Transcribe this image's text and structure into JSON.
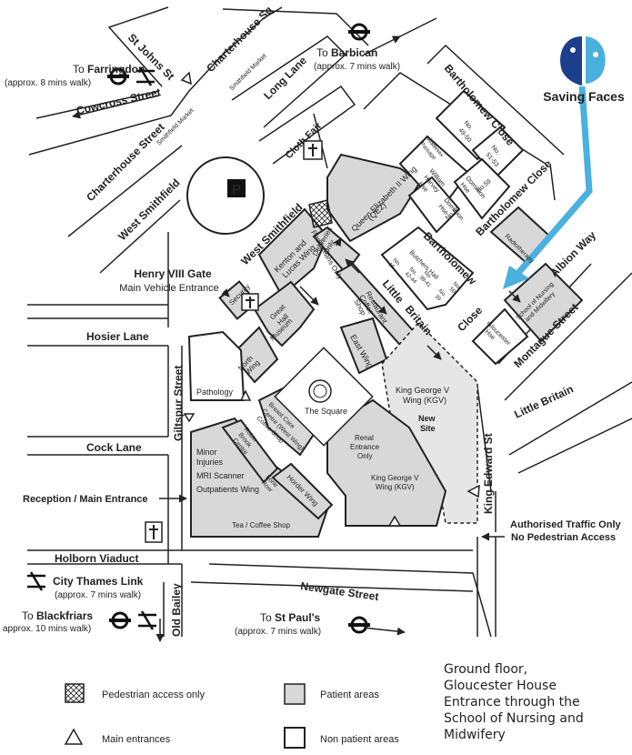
{
  "brand": {
    "name": "Saving Faces",
    "accent": "#4ab0de",
    "logo_dark": "#1b3f8a"
  },
  "directions": [
    {
      "to_prefix": "To ",
      "place": "Farringdon",
      "walk": "(approx. 8 mins walk)"
    },
    {
      "to_prefix": "To ",
      "place": "Barbican",
      "walk": "(approx. 7 mins walk)"
    },
    {
      "to_prefix": "",
      "place": "City Thames Link",
      "walk": "(approx. 7 mins walk)"
    },
    {
      "to_prefix": "To ",
      "place": "Blackfriars",
      "walk": "approx. 10 mins walk)"
    },
    {
      "to_prefix": "To ",
      "place": "St Paul's",
      "walk": "(approx. 7 mins walk)"
    }
  ],
  "streets": {
    "st_johns": "St Johns St",
    "charterhouse_sq": "Charterhouse Sq",
    "cowcross": "Cowcross Street",
    "charterhouse_st": "Charterhouse Street",
    "smithfield_market_1": "Smithfield Market",
    "smithfield_market_2": "Smithfield Market",
    "long_lane": "Long Lane",
    "cloth_fair": "Cloth Fair",
    "west_smithfield_1": "West Smithfield",
    "west_smithfield_2": "West Smithfield",
    "bartholomew_close_1": "Bartholomew Close",
    "bartholomew_close_2": "Bartholomew Close",
    "bartholomew": "Bartholomew",
    "close": "Close",
    "little_britain_1": "Little",
    "little_britain_2": "Britain",
    "little_britain_3": "Little Britain",
    "albion_way": "Albion Way",
    "montague": "Montague Street",
    "hosier": "Hosier Lane",
    "giltspur": "Giltspur Street",
    "cock_lane": "Cock Lane",
    "holborn": "Holborn Viaduct",
    "newgate": "Newgate Street",
    "old_bailey": "Old Bailey",
    "king_edward": "King Edward St"
  },
  "gate": {
    "title": "Henry VIII Gate",
    "sub": "Main Vehicle Entrance"
  },
  "reception": "Reception / Main Entrance",
  "traffic": {
    "line1": "Authorised Traffic Only",
    "line2": "No Pedestrian Access"
  },
  "buildings": {
    "qe2_1": "Queen Elizabeth II Wing",
    "qe2_2": "(QE2)",
    "kenton_1": "Kenton and",
    "kenton_2": "Lucas Wing",
    "ped_only_1": "Pedestrians Only",
    "ped_only_2": "Deliveries",
    "ped_only_3": "Only",
    "security": "Security",
    "great_hall_1": "Great",
    "great_hall_2": "Hall",
    "museum": "Museum",
    "north_wing_1": "North",
    "north_wing_2": "Wing",
    "pathology": "Pathology",
    "the_square": "The Square",
    "restaurant_1": "Restaurant",
    "restaurant_2": "Coffee",
    "restaurant_3": "Shop",
    "east_wing": "East Wing",
    "kgv_1": "King George V",
    "kgv_2": "Wing (KGV)",
    "new_site_1": "New",
    "new_site_2": "Site",
    "renal_1": "Renal",
    "renal_2": "Entrance",
    "renal_3": "Only",
    "kgv2_1": "King George V",
    "kgv2_2": "Wing (KGV)",
    "breast_1": "Breast Care",
    "breast_2": "Centre (West Wing)",
    "breast_3": "Coffee Shop",
    "minor": "Minor",
    "injuries": "Injuries",
    "mri": "MRI Scanner",
    "outpatients": "Outpatients Wing",
    "robin_1": "Robin",
    "robin_2": "Brook",
    "robin_3": "Centre",
    "lone_1": "Lone",
    "lone_2": "Row",
    "horder": "Horder Wing",
    "tea": "Tea / Coffee Shop",
    "no49_1": "No.",
    "no49_2": "49-50",
    "no51_1": "No.",
    "no51_2": "51-53",
    "mm_1": "Middlesex",
    "mm_2": "Passage",
    "wh_1": "William",
    "wh_2": "Harvey",
    "wh_3": "Hse",
    "dom_1": "Dominion",
    "dom_2": "Hse",
    "no59": "No.59",
    "dom2_1": "Dominion",
    "dom2_2": "Hse",
    "no60": "No.60",
    "butchers": "Butchers Hall",
    "no15_1": "No.",
    "no15_2": "15",
    "no38_1": "No.",
    "no38_2": "38-41",
    "no42_1": "No.",
    "no42_2": "42-44",
    "no50_1": "No.",
    "no50_2": "50",
    "no39_1": "No.",
    "no39_2": "39",
    "radiotherapy": "Radiotherapy",
    "son_1": "School of Nursing",
    "son_2": "and Midwifery",
    "glou_1": "Gloucester",
    "glou_2": "Hse"
  },
  "legend": [
    {
      "icon": "crosshatch-box-icon",
      "label": "Pedestrian access only"
    },
    {
      "icon": "triangle-icon",
      "label": "Main entrances"
    },
    {
      "icon": "grey-box-icon",
      "label": "Patient areas"
    },
    {
      "icon": "white-box-icon",
      "label": "Non patient areas"
    }
  ],
  "note": {
    "line1": "Ground floor,",
    "line2": "Gloucester House",
    "line3": "Entrance through the",
    "line4": "School of Nursing and",
    "line5": "Midwifery"
  },
  "parking_letter": "P"
}
